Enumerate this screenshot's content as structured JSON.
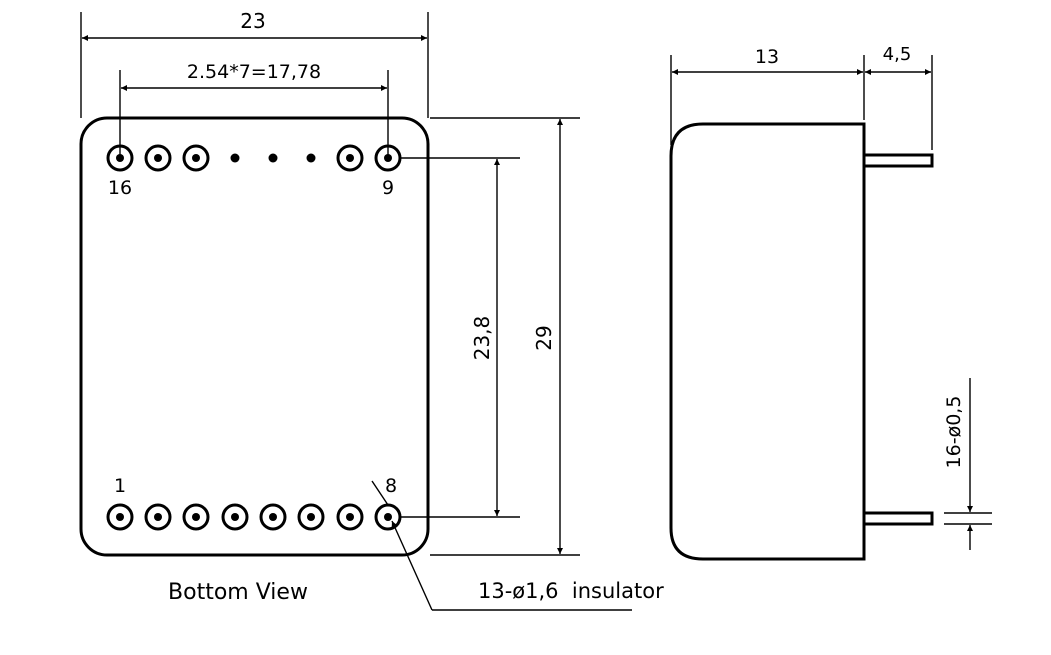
{
  "bottom_view": {
    "dim_width": "23",
    "dim_pitch": "2.54*7=17,78",
    "dim_row_spacing": "23,8",
    "dim_height": "29",
    "pin_16": "16",
    "pin_9": "9",
    "pin_1": "1",
    "pin_8": "8",
    "caption": "Bottom View",
    "insulator_note": "13-ø1,6  insulator"
  },
  "side_view": {
    "dim_body": "13",
    "dim_pin_length": "4,5",
    "dim_pin_diameter": "16-ø0,5"
  },
  "colors": {
    "line": "#000000",
    "background": "#ffffff"
  }
}
